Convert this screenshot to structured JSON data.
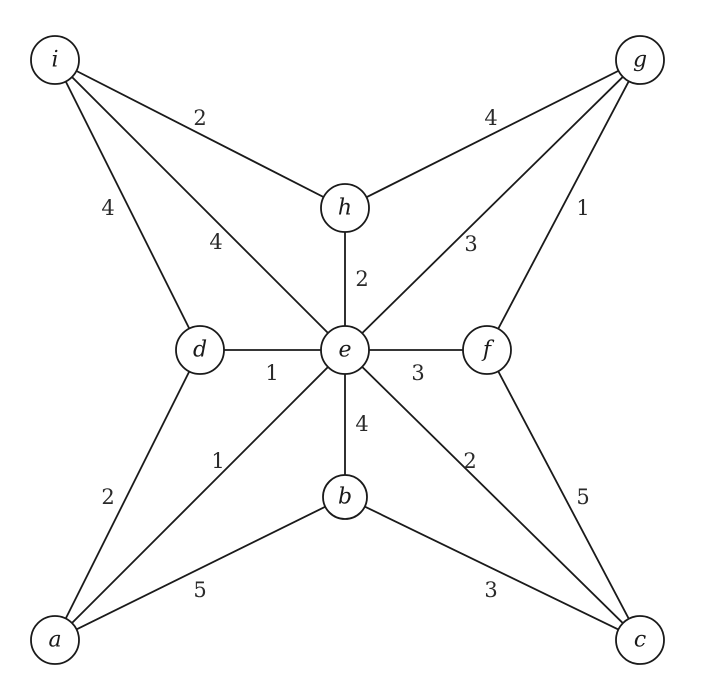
{
  "graph": {
    "nodes": [
      {
        "id": "i",
        "label": "i"
      },
      {
        "id": "g",
        "label": "g"
      },
      {
        "id": "h",
        "label": "h"
      },
      {
        "id": "d",
        "label": "d"
      },
      {
        "id": "e",
        "label": "e"
      },
      {
        "id": "f",
        "label": "f"
      },
      {
        "id": "b",
        "label": "b"
      },
      {
        "id": "a",
        "label": "a"
      },
      {
        "id": "c",
        "label": "c"
      }
    ],
    "edges": [
      {
        "from": "i",
        "to": "h",
        "weight": "2"
      },
      {
        "from": "i",
        "to": "d",
        "weight": "4"
      },
      {
        "from": "i",
        "to": "e",
        "weight": "4"
      },
      {
        "from": "g",
        "to": "h",
        "weight": "4"
      },
      {
        "from": "g",
        "to": "e",
        "weight": "3"
      },
      {
        "from": "g",
        "to": "f",
        "weight": "1"
      },
      {
        "from": "h",
        "to": "e",
        "weight": "2"
      },
      {
        "from": "d",
        "to": "e",
        "weight": "1"
      },
      {
        "from": "e",
        "to": "f",
        "weight": "3"
      },
      {
        "from": "e",
        "to": "b",
        "weight": "4"
      },
      {
        "from": "d",
        "to": "a",
        "weight": "2"
      },
      {
        "from": "a",
        "to": "e",
        "weight": "1"
      },
      {
        "from": "e",
        "to": "c",
        "weight": "2"
      },
      {
        "from": "f",
        "to": "c",
        "weight": "5"
      },
      {
        "from": "a",
        "to": "b",
        "weight": "5"
      },
      {
        "from": "b",
        "to": "c",
        "weight": "3"
      }
    ]
  }
}
